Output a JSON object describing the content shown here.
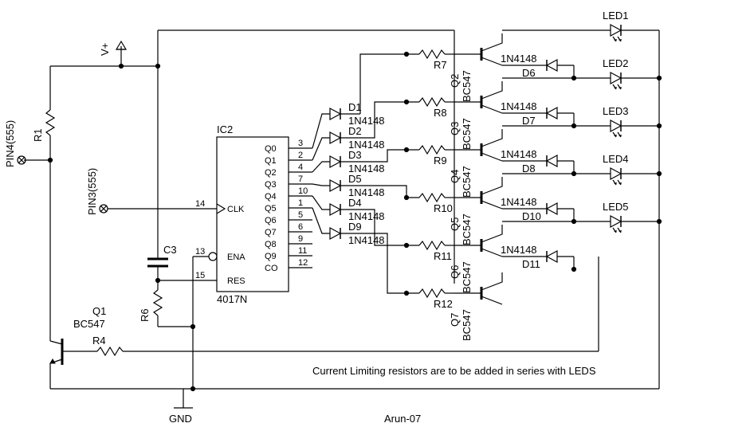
{
  "supply": {
    "vplus": "V+",
    "gnd": "GND"
  },
  "inputs": {
    "pin4": "PIN4(555)",
    "pin3": "PIN3(555)"
  },
  "ic": {
    "name": "IC2",
    "part": "4017N",
    "outputs": [
      {
        "name": "Q0",
        "pin": "3"
      },
      {
        "name": "Q1",
        "pin": "2"
      },
      {
        "name": "Q2",
        "pin": "4"
      },
      {
        "name": "Q3",
        "pin": "7"
      },
      {
        "name": "Q4",
        "pin": "10"
      },
      {
        "name": "Q5",
        "pin": "1"
      },
      {
        "name": "Q6",
        "pin": "5"
      },
      {
        "name": "Q7",
        "pin": "6"
      },
      {
        "name": "Q8",
        "pin": "9"
      },
      {
        "name": "Q9",
        "pin": "11"
      },
      {
        "name": "CO",
        "pin": "12"
      }
    ],
    "clk": {
      "name": "CLK",
      "pin": "14"
    },
    "ena": {
      "name": "ENA",
      "pin": "13"
    },
    "res": {
      "name": "RES",
      "pin": "15"
    }
  },
  "parts": {
    "r1": "R1",
    "r4": "R4",
    "r6": "R6",
    "c3": "C3",
    "q1": "Q1",
    "q1_type": "BC547"
  },
  "input_diodes": [
    {
      "name": "D1",
      "type": "1N4148"
    },
    {
      "name": "D2",
      "type": "1N4148"
    },
    {
      "name": "D3",
      "type": "1N4148"
    },
    {
      "name": "D5",
      "type": "1N4148"
    },
    {
      "name": "D4",
      "type": "1N4148"
    },
    {
      "name": "D9",
      "type": "1N4148"
    }
  ],
  "base_resistors": [
    "R7",
    "R8",
    "R9",
    "R10",
    "R11",
    "R12"
  ],
  "transistors": [
    {
      "name": "Q2",
      "type": "BC547"
    },
    {
      "name": "Q3",
      "type": "BC547"
    },
    {
      "name": "Q4",
      "type": "BC547"
    },
    {
      "name": "Q5",
      "type": "BC547"
    },
    {
      "name": "Q6",
      "type": "BC547"
    },
    {
      "name": "Q7",
      "type": "BC547"
    }
  ],
  "feedback_diodes": [
    {
      "name": "D6",
      "type": "1N4148"
    },
    {
      "name": "D7",
      "type": "1N4148"
    },
    {
      "name": "D8",
      "type": "1N4148"
    },
    {
      "name": "D10",
      "type": "1N4148"
    },
    {
      "name": "D11",
      "type": "1N4148"
    }
  ],
  "leds": [
    "LED1",
    "LED2",
    "LED3",
    "LED4",
    "LED5"
  ],
  "note": "Current Limiting resistors are to be added in series with LEDS",
  "author": "Arun-07"
}
